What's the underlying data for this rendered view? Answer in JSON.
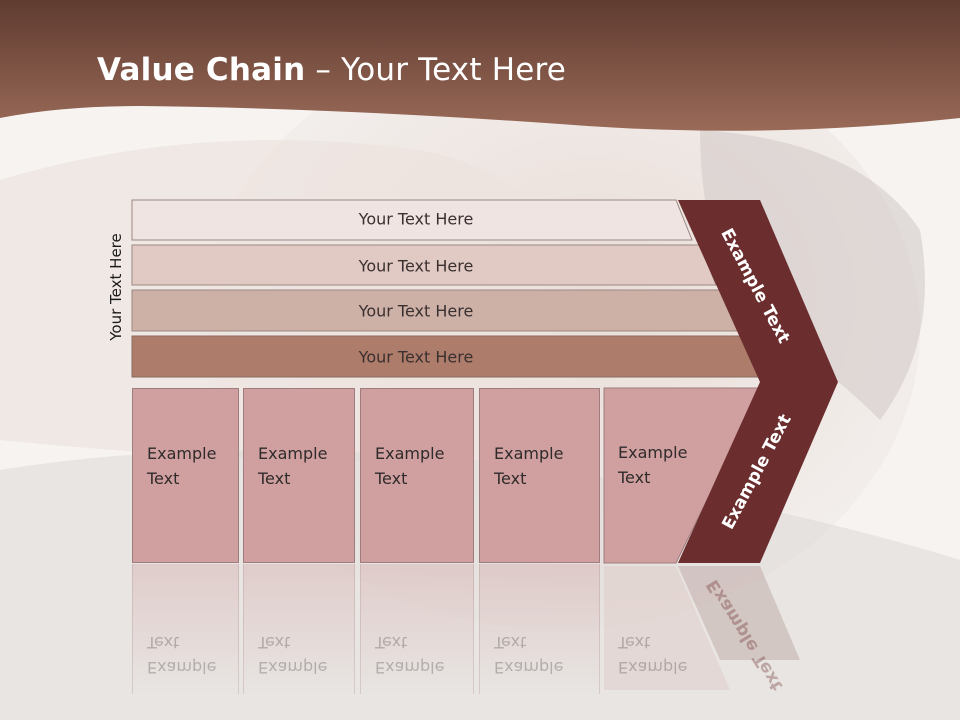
{
  "slide": {
    "title_bold": "Value Chain",
    "title_rest": " – Your Text Here",
    "side_label": "Your Text Here",
    "bars": [
      {
        "label": "Your Text Here",
        "color": "#f0e4e2"
      },
      {
        "label": "Your Text Here",
        "color": "#e2cac4"
      },
      {
        "label": "Your Text Here",
        "color": "#cdb0a6"
      },
      {
        "label": "Your Text Here",
        "color": "#ad7c6a"
      }
    ],
    "boxes": [
      {
        "line1": "Example",
        "line2": "Text"
      },
      {
        "line1": "Example",
        "line2": "Text"
      },
      {
        "line1": "Example",
        "line2": "Text"
      },
      {
        "line1": "Example",
        "line2": "Text"
      },
      {
        "line1": "Example",
        "line2": "Text"
      }
    ],
    "chevron_top": "Example Text",
    "chevron_bottom": "Example Text",
    "colors": {
      "header": "#8a5848",
      "box": "#d09fa0",
      "chevron": "#6b2d2e"
    }
  }
}
